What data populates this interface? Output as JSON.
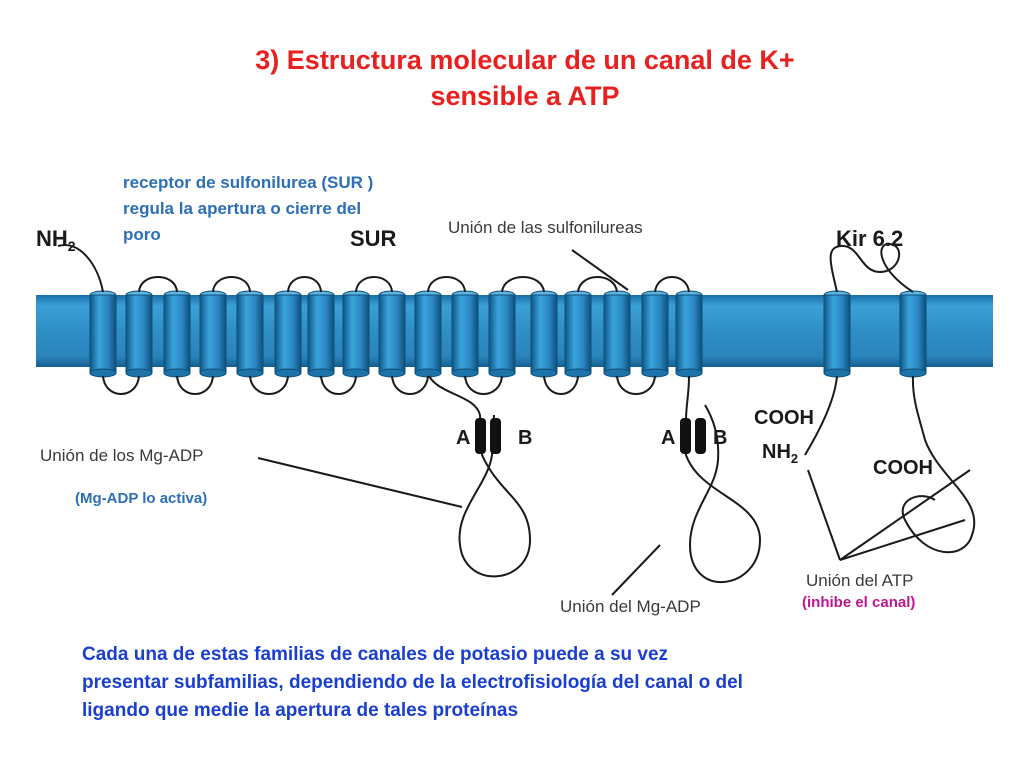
{
  "title": {
    "line1": "3) Estructura molecular de un canal de K+",
    "line2": "sensible a ATP"
  },
  "sur_note": {
    "line1": "receptor de sulfonilurea (SUR )",
    "line2": "regula la apertura o cierre del",
    "line3": "poro"
  },
  "diagram": {
    "nh2_left": "NH",
    "subscript_2": "2",
    "sur": "SUR",
    "kir": "Kir 6.2",
    "union_sulfonilureas": "Unión de las sulfonilureas",
    "union_mgadp_left": "Unión de los Mg-ADP",
    "mgadp_note": "(Mg-ADP lo activa)",
    "a1": "A",
    "b1": "B",
    "a2": "A",
    "b2": "B",
    "cooh1": "COOH",
    "nh2_right": "NH",
    "cooh2": "COOH",
    "union_mgadp_bottom": "Unión del Mg-ADP",
    "union_atp": "Unión del ATP",
    "atp_note": "(inhibe el canal)"
  },
  "caption": {
    "line1": "Cada una de estas familias de canales de potasio puede a su vez",
    "line2": "presentar subfamilias, dependiendo de la electrofisiología del canal o del",
    "line3": "ligando que medie la apertura de tales proteínas"
  },
  "colors": {
    "membrane": "#2f8fc4",
    "helix": "#2a85c0",
    "title": "#e8201f",
    "blue_text": "#2c6fb8",
    "magenta_text": "#c0168c",
    "caption": "#1a3fd0"
  }
}
